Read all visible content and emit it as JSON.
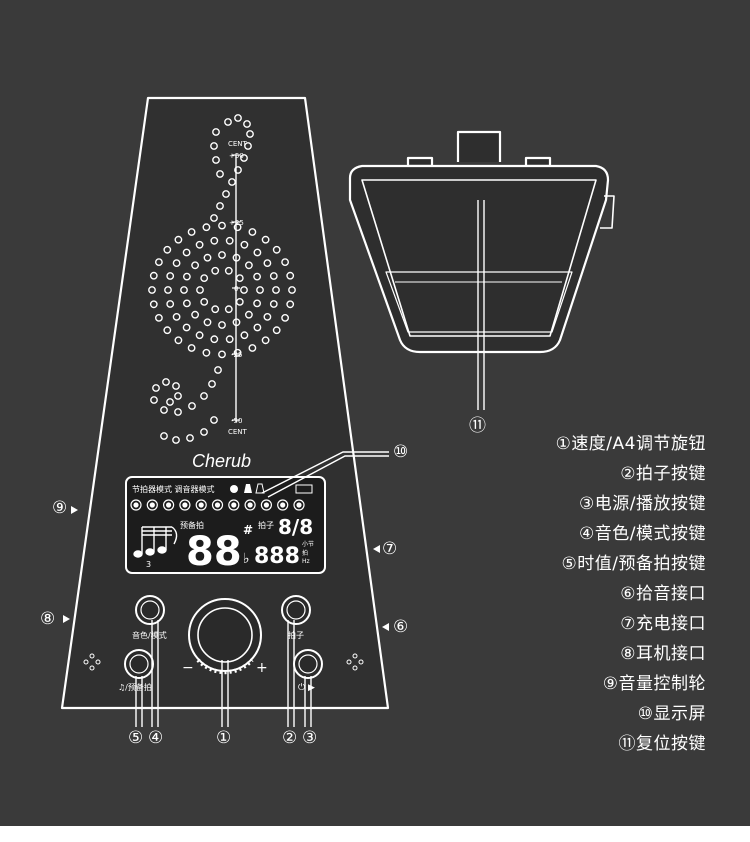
{
  "legend": [
    {
      "num": "①",
      "label": "速度/A4调节旋钮"
    },
    {
      "num": "②",
      "label": "拍子按键"
    },
    {
      "num": "③",
      "label": "电源/播放按键"
    },
    {
      "num": "④",
      "label": "音色/模式按键"
    },
    {
      "num": "⑤",
      "label": "时值/预备拍按键"
    },
    {
      "num": "⑥",
      "label": "拾音接口"
    },
    {
      "num": "⑦",
      "label": "充电接口"
    },
    {
      "num": "⑧",
      "label": "耳机接口"
    },
    {
      "num": "⑨",
      "label": "音量控制轮"
    },
    {
      "num": "⑩",
      "label": "显示屏"
    },
    {
      "num": "⑪",
      "label": "复位按键"
    }
  ],
  "callouts": {
    "c1": "①",
    "c2": "②",
    "c3": "③",
    "c4": "④",
    "c5": "⑤",
    "c6": "⑥",
    "c7": "⑦",
    "c8": "⑧",
    "c9": "⑨",
    "c10": "⑩",
    "c11": "⑪"
  },
  "brand": "Cherub",
  "scale": {
    "cent_top": "CENT",
    "plus50": "+50",
    "plus25": "+25",
    "zero": "0",
    "minus25": "-25",
    "minus50": "-50",
    "cent_bottom": "CENT"
  },
  "lcd": {
    "header": "节拍器模式 调音器模式",
    "preparatory": "预备拍",
    "beat_label": "拍子",
    "beat_value": "8/8",
    "big_digits": "88",
    "sharp": "#",
    "flat": "♭",
    "small_digits": "888",
    "unit_bar": "小节",
    "unit_beat": "拍",
    "unit_hz": "Hz",
    "triplet": "3"
  },
  "buttons": {
    "tone_mode": "音色/模式",
    "beat": "拍子",
    "value_pre": "♫/预备拍",
    "power": "⏻ ▶",
    "minus": "−",
    "plus": "+"
  },
  "colors": {
    "background": "#3a3a3a",
    "line": "#ffffff",
    "device": "#2e2e2e"
  }
}
